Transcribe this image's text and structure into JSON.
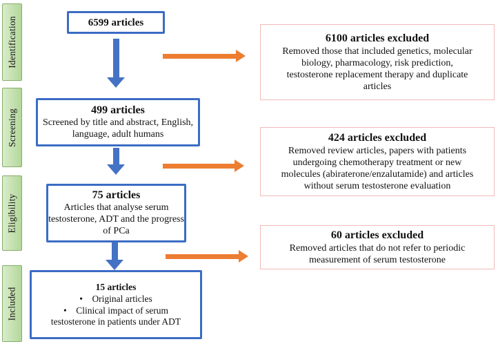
{
  "stages": [
    {
      "label": "Identification"
    },
    {
      "label": "Screening"
    },
    {
      "label": "Eligibility"
    },
    {
      "label": "Included"
    }
  ],
  "flow_boxes": [
    {
      "title": "6599 articles"
    },
    {
      "title": "499 articles",
      "body": "Screened by title and abstract, English, language, adult humans"
    },
    {
      "title": "75 articles",
      "body": "Articles that analyse serum testosterone, ADT and the progress of PCa"
    },
    {
      "title": "15 articles",
      "bullets": [
        "Original articles",
        "Clinical impact of serum testosterone in patients under ADT"
      ]
    }
  ],
  "excluded_boxes": [
    {
      "title": "6100 articles excluded",
      "body": "Removed those that included genetics, molecular biology, pharmacology, risk prediction, testosterone replacement therapy and duplicate articles"
    },
    {
      "title": "424 articles excluded",
      "body": "Removed review articles, papers with patients undergoing chemotherapy treatment or new molecules (abiraterone/enzalutamide) and articles without serum testosterone evaluation"
    },
    {
      "title": "60 articles excluded",
      "body": "Removed articles that do not refer to periodic measurement of serum testosterone"
    }
  ],
  "colors": {
    "flow-border": "#3b6cc4",
    "arrow-blue": "#4472c4",
    "arrow-orange": "#ed7d31",
    "stage-fill-light": "#d9ecca",
    "stage-fill-dark": "#b3d79c",
    "stage-border": "#83ad68",
    "excluded-border": "#f2b9b7",
    "text": "#111111"
  }
}
